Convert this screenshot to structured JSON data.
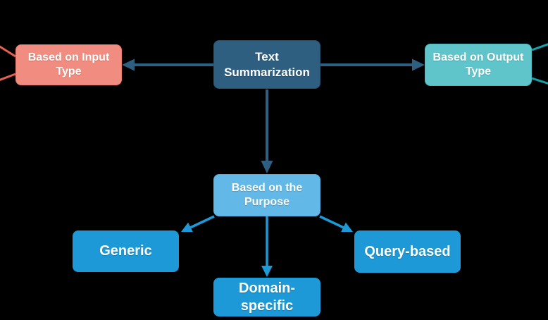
{
  "diagram": {
    "background_color": "#000000",
    "text_color": "#FFFFFF",
    "nodes": {
      "root": {
        "label": "Text Summarization",
        "fill": "#2E5F80"
      },
      "input": {
        "label": "Based on Input Type",
        "fill": "#F08D80"
      },
      "output": {
        "label": "Based on Output Type",
        "fill": "#5FC5CB"
      },
      "purpose": {
        "label": "Based on the Purpose",
        "fill": "#62B9E8"
      },
      "generic": {
        "label": "Generic",
        "fill": "#1C99D6"
      },
      "domain": {
        "label": "Domain-specific",
        "fill": "#1C99D6"
      },
      "query": {
        "label": "Query-based",
        "fill": "#1C99D6"
      }
    },
    "edges": [
      {
        "from": "text-summarization",
        "to": "based-on-input-type",
        "color": "#2E5F80",
        "arrow": true
      },
      {
        "from": "text-summarization",
        "to": "based-on-output-type",
        "color": "#2E5F80",
        "arrow": true
      },
      {
        "from": "text-summarization",
        "to": "based-on-the-purpose",
        "color": "#2E5F80",
        "arrow": true
      },
      {
        "from": "based-on-the-purpose",
        "to": "generic",
        "color": "#1C99D6",
        "arrow": true
      },
      {
        "from": "based-on-the-purpose",
        "to": "domain-specific",
        "color": "#1C99D6",
        "arrow": true
      },
      {
        "from": "based-on-the-purpose",
        "to": "query-based",
        "color": "#1C99D6",
        "arrow": true
      },
      {
        "from": "based-on-input-type",
        "to": "offscreen-left-top",
        "color": "#E4604F",
        "arrow": false
      },
      {
        "from": "based-on-input-type",
        "to": "offscreen-left-bottom",
        "color": "#E4604F",
        "arrow": false
      },
      {
        "from": "based-on-output-type",
        "to": "offscreen-right-top",
        "color": "#16A0A9",
        "arrow": false
      },
      {
        "from": "based-on-output-type",
        "to": "offscreen-right-bottom",
        "color": "#16A0A9",
        "arrow": false
      }
    ]
  }
}
